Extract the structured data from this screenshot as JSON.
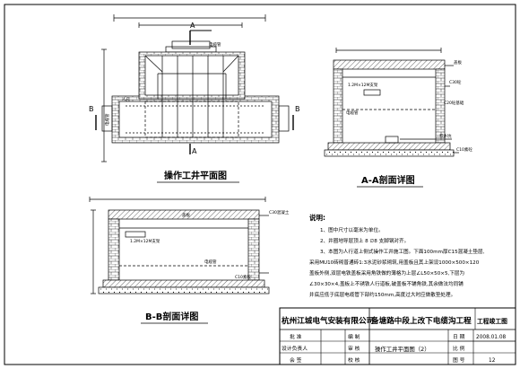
{
  "plan_view": {
    "title": "操作工井平面图",
    "section_mark_a": "A",
    "section_mark_b": "B",
    "label_cover": "电缆管",
    "label_duct": "人孔",
    "label_side": "电缆管"
  },
  "section_aa": {
    "title": "A-A剖面详图",
    "label_cover_slab": "盖板",
    "label_pipe": "电缆管",
    "label_concrete": "C30砼",
    "label_beam": "1.2M×12M支架",
    "label_base": "C20砼基础",
    "label_sump": "积水坑",
    "label_bottom": "C10素砼"
  },
  "section_bb": {
    "title": "B-B剖面详图",
    "label_cover_slab": "盖板",
    "label_pipe": "电缆管",
    "label_beam": "1.2M×12M支架",
    "label_concrete": "C30混凝土",
    "label_bottom": "C10素砼"
  },
  "notes": {
    "heading": "说明:",
    "items": [
      "1、图中尺寸以毫米为单位。",
      "2、井圈地导层顶上 8 ∅8 支脚钢对齐。",
      "3、本图为人行道上侧式操作工井施工图。下面100mm厚C15混凝土垫层,",
      "采用MU10砖砌普通砖1:3水泥砂浆砌筑,用盖板且其上架设1000×500×120",
      "盖板外侧,双层电铁盖板采用角铁做的薄格为上层∠L50×50×5,下层为",
      "∠30×30×4,盖板上不锈铁人行道板,破盖板不铺角铁,其余做法均同铺",
      "井底应低于底层电缆管下部约150mm,高度过大时应做散垫处理。"
    ]
  },
  "title_block": {
    "company": "杭州江城电气安装有限公司",
    "project": "备塘路中段上改下电缆沟工程",
    "stage": "工程竣工图",
    "roles": [
      "批 准",
      "设计负责人",
      "会 签"
    ],
    "roles2": [
      "编 制",
      "审 核",
      "校 核"
    ],
    "drawing_name": "操作工井平面图（2）",
    "date_label": "日 期",
    "date_value": "2008.01.08",
    "scale_label": "比 例",
    "scale_value": "",
    "sheet_label": "图 号",
    "sheet_value": "12"
  }
}
